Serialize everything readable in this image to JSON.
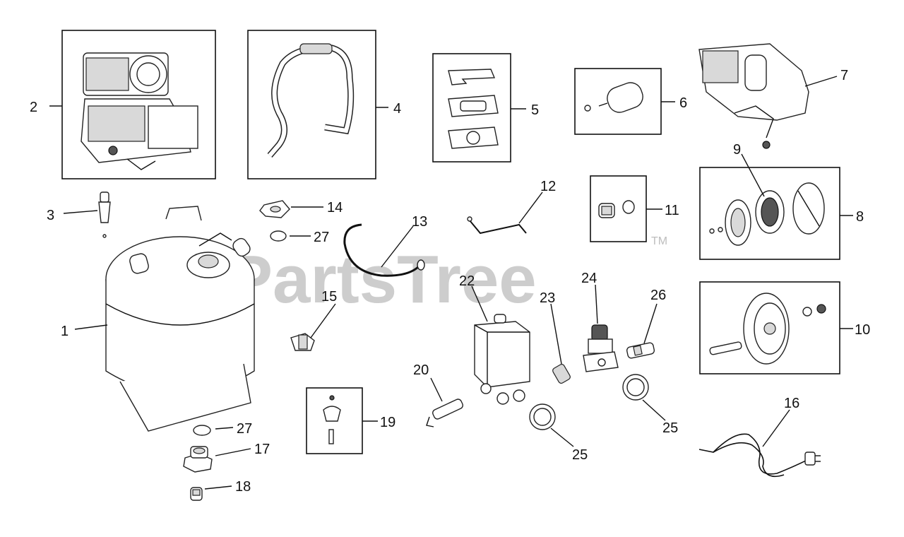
{
  "watermark": {
    "text": "PartsTree",
    "trademark": "TM"
  },
  "callouts": {
    "c1": "1",
    "c2": "2",
    "c3": "3",
    "c4": "4",
    "c5": "5",
    "c6": "6",
    "c7": "7",
    "c8": "8",
    "c9": "9",
    "c10": "10",
    "c11": "11",
    "c12": "12",
    "c13": "13",
    "c14": "14",
    "c15": "15",
    "c16": "16",
    "c17": "17",
    "c18": "18",
    "c19": "19",
    "c20": "20",
    "c22": "22",
    "c23": "23",
    "c24": "24",
    "c25a": "25",
    "c25b": "25",
    "c26": "26",
    "c27a": "27",
    "c27b": "27"
  }
}
